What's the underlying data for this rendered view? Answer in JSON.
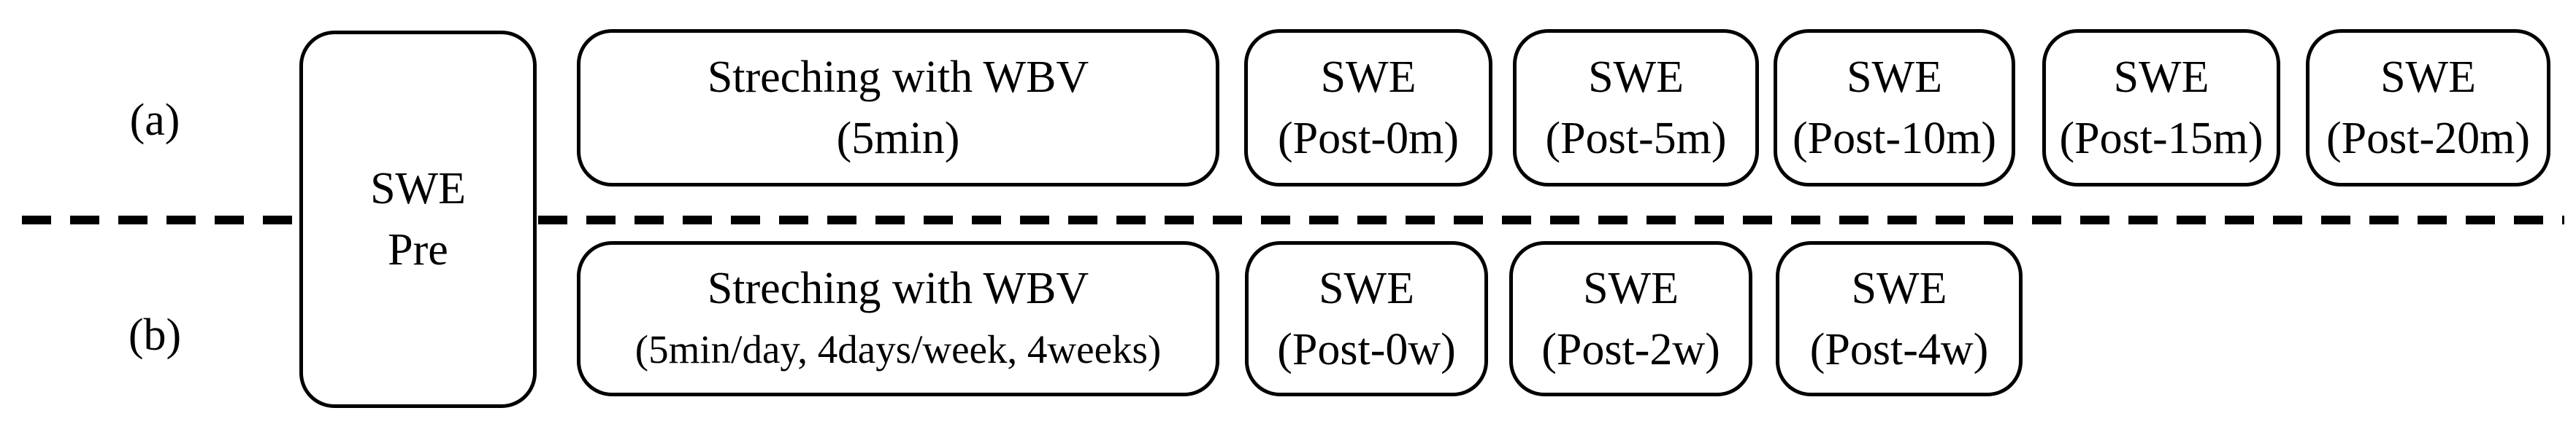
{
  "colors": {
    "background": "#ffffff",
    "ink": "#000000"
  },
  "diagram": {
    "pre_box": {
      "line1": "SWE",
      "line2": "Pre"
    },
    "row_a": {
      "label": "(a)",
      "stretching_box": {
        "line1": "Streching with WBV",
        "line2": "(5min)"
      },
      "swe_boxes": [
        {
          "line1": "SWE",
          "line2": "(Post-0m)"
        },
        {
          "line1": "SWE",
          "line2": "(Post-5m)"
        },
        {
          "line1": "SWE",
          "line2": "(Post-10m)"
        },
        {
          "line1": "SWE",
          "line2": "(Post-15m)"
        },
        {
          "line1": "SWE",
          "line2": "(Post-20m)"
        }
      ]
    },
    "row_b": {
      "label": "(b)",
      "stretching_box": {
        "line1": "Streching with WBV",
        "line2": "(5min/day, 4days/week, 4weeks)"
      },
      "swe_boxes": [
        {
          "line1": "SWE",
          "line2": "(Post-0w)"
        },
        {
          "line1": "SWE",
          "line2": "(Post-2w)"
        },
        {
          "line1": "SWE",
          "line2": "(Post-4w)"
        }
      ]
    }
  }
}
